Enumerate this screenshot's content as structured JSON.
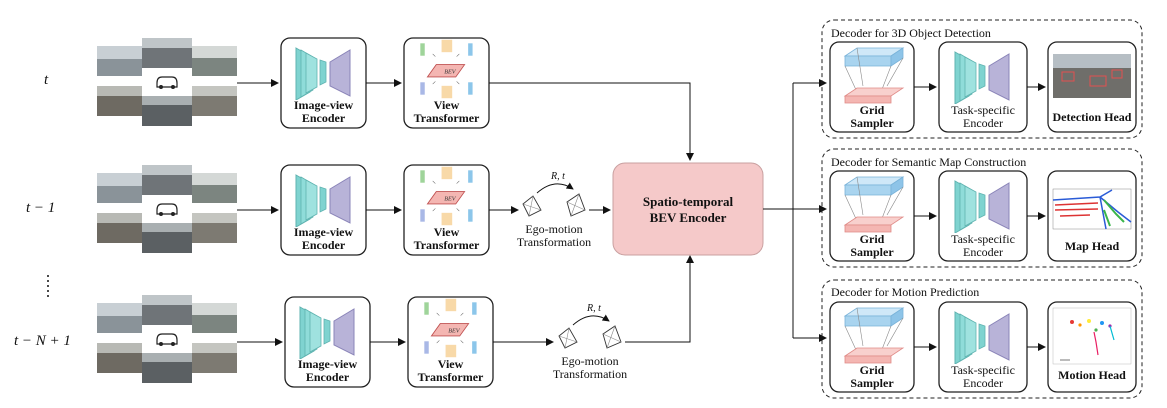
{
  "time_labels": {
    "t0": "t",
    "t1": "t − 1",
    "tn": "t − N + 1"
  },
  "encoder": {
    "line1": "Image-view",
    "line2": "Encoder"
  },
  "transformer": {
    "line1": "View",
    "line2": "Transformer",
    "bev_tag": "BEV"
  },
  "ego": {
    "line1": "Ego-motion",
    "line2": "Transformation",
    "rt": "R, t"
  },
  "spatiotemporal": {
    "line1": "Spatio-temporal",
    "line2": "BEV Encoder"
  },
  "grid": {
    "line1": "Grid",
    "line2": "Sampler"
  },
  "taskenc": {
    "line1": "Task-specific",
    "line2": "Encoder"
  },
  "decoders": [
    {
      "title": "Decoder for 3D Object Detection",
      "head": "Detection Head"
    },
    {
      "title": "Decoder for Semantic Map Construction",
      "head": "Map Head"
    },
    {
      "title": "Decoder for Motion Prediction",
      "head": "Motion Head"
    }
  ],
  "colors": {
    "teal": "#7fd3d0",
    "lavender": "#b8b3d8",
    "pink_box": "#f5c9c9",
    "blue_plane": "#a9d4ef",
    "pink_plane": "#f4b6b2"
  }
}
